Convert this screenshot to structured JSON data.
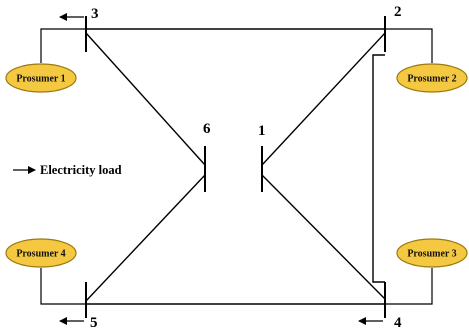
{
  "diagram": {
    "buses": [
      {
        "id": "1",
        "label": "1"
      },
      {
        "id": "2",
        "label": "2"
      },
      {
        "id": "3",
        "label": "3"
      },
      {
        "id": "4",
        "label": "4"
      },
      {
        "id": "5",
        "label": "5"
      },
      {
        "id": "6",
        "label": "6"
      }
    ],
    "prosumers": [
      {
        "label": "Prosumer 1",
        "bus": "3"
      },
      {
        "label": "Prosumer 2",
        "bus": "2"
      },
      {
        "label": "Prosumer 3",
        "bus": "4"
      },
      {
        "label": "Prosumer 4",
        "bus": "5"
      }
    ],
    "lines": [
      [
        "3",
        "2"
      ],
      [
        "5",
        "4"
      ],
      [
        "3",
        "6"
      ],
      [
        "5",
        "6"
      ],
      [
        "2",
        "1"
      ],
      [
        "4",
        "1"
      ],
      [
        "2",
        "4"
      ]
    ],
    "legend": {
      "label": "Electricity load"
    },
    "colors": {
      "prosumer_fill": "#f5c842",
      "prosumer_stroke": "#9a7a10",
      "line": "#000000"
    }
  }
}
